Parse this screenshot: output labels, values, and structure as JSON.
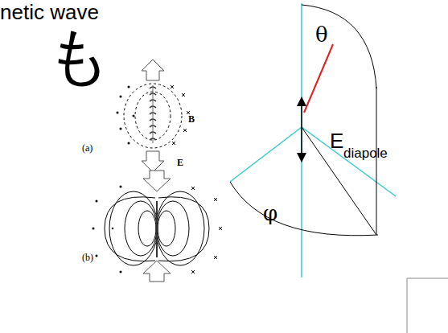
{
  "diagram": {
    "labels": [
      "netic wave",
      "も",
      "(a)",
      "(b)",
      "B",
      "E",
      "θ",
      "E",
      "diapole",
      "φ"
    ]
  }
}
